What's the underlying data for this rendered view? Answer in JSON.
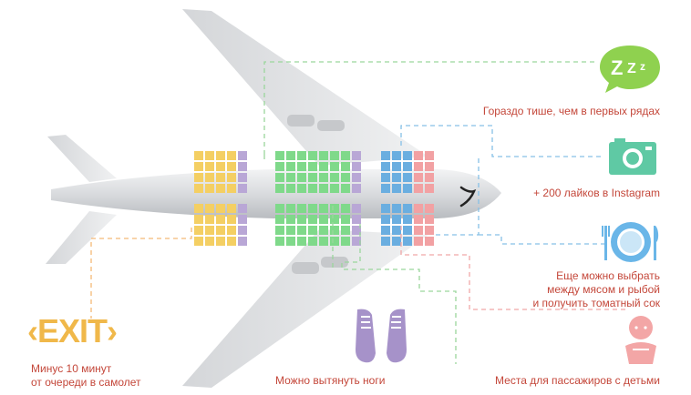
{
  "labels": {
    "quiet": "Гораздо тише, чем в первых рядах",
    "instagram": "+ 200 лайков в Instagram",
    "food_1": "Еще можно выбрать",
    "food_2": "между мясом и рыбой",
    "food_3": "и получить томатный сок",
    "kids": "Места для пассажиров с детьми",
    "legs": "Можно вытянуть ноги",
    "exit_1": "Минус 10 минут",
    "exit_2": "от очереди в самолет"
  },
  "icons": {
    "sleep": {
      "name": "sleep-bubble-icon",
      "text": "ZZz"
    },
    "camera": "camera-icon",
    "plate": "plate-cutlery-icon",
    "baby": "baby-icon",
    "shoes": "shoes-icon",
    "exit": {
      "name": "exit-sign-icon",
      "text": "‹EXIT›"
    }
  },
  "colors": {
    "label_text": "#c4473a",
    "seat_yellow": "#f4cf63",
    "seat_lavender": "#b9a7d6",
    "seat_green": "#7fd98a",
    "seat_blue": "#6aaee0",
    "seat_pink": "#f2a1a3",
    "dash_green": "#9ad69c",
    "dash_blue": "#86c0e6",
    "dash_orange": "#f3b977",
    "dash_pink": "#f0a8a8",
    "icon_green": "#8fd14f",
    "icon_teal": "#5fc9a4",
    "icon_blue": "#6ab6e8",
    "icon_pink": "#f3a6a6",
    "icon_purple": "#a692c9",
    "exit_yellow": "#f0b84a"
  }
}
